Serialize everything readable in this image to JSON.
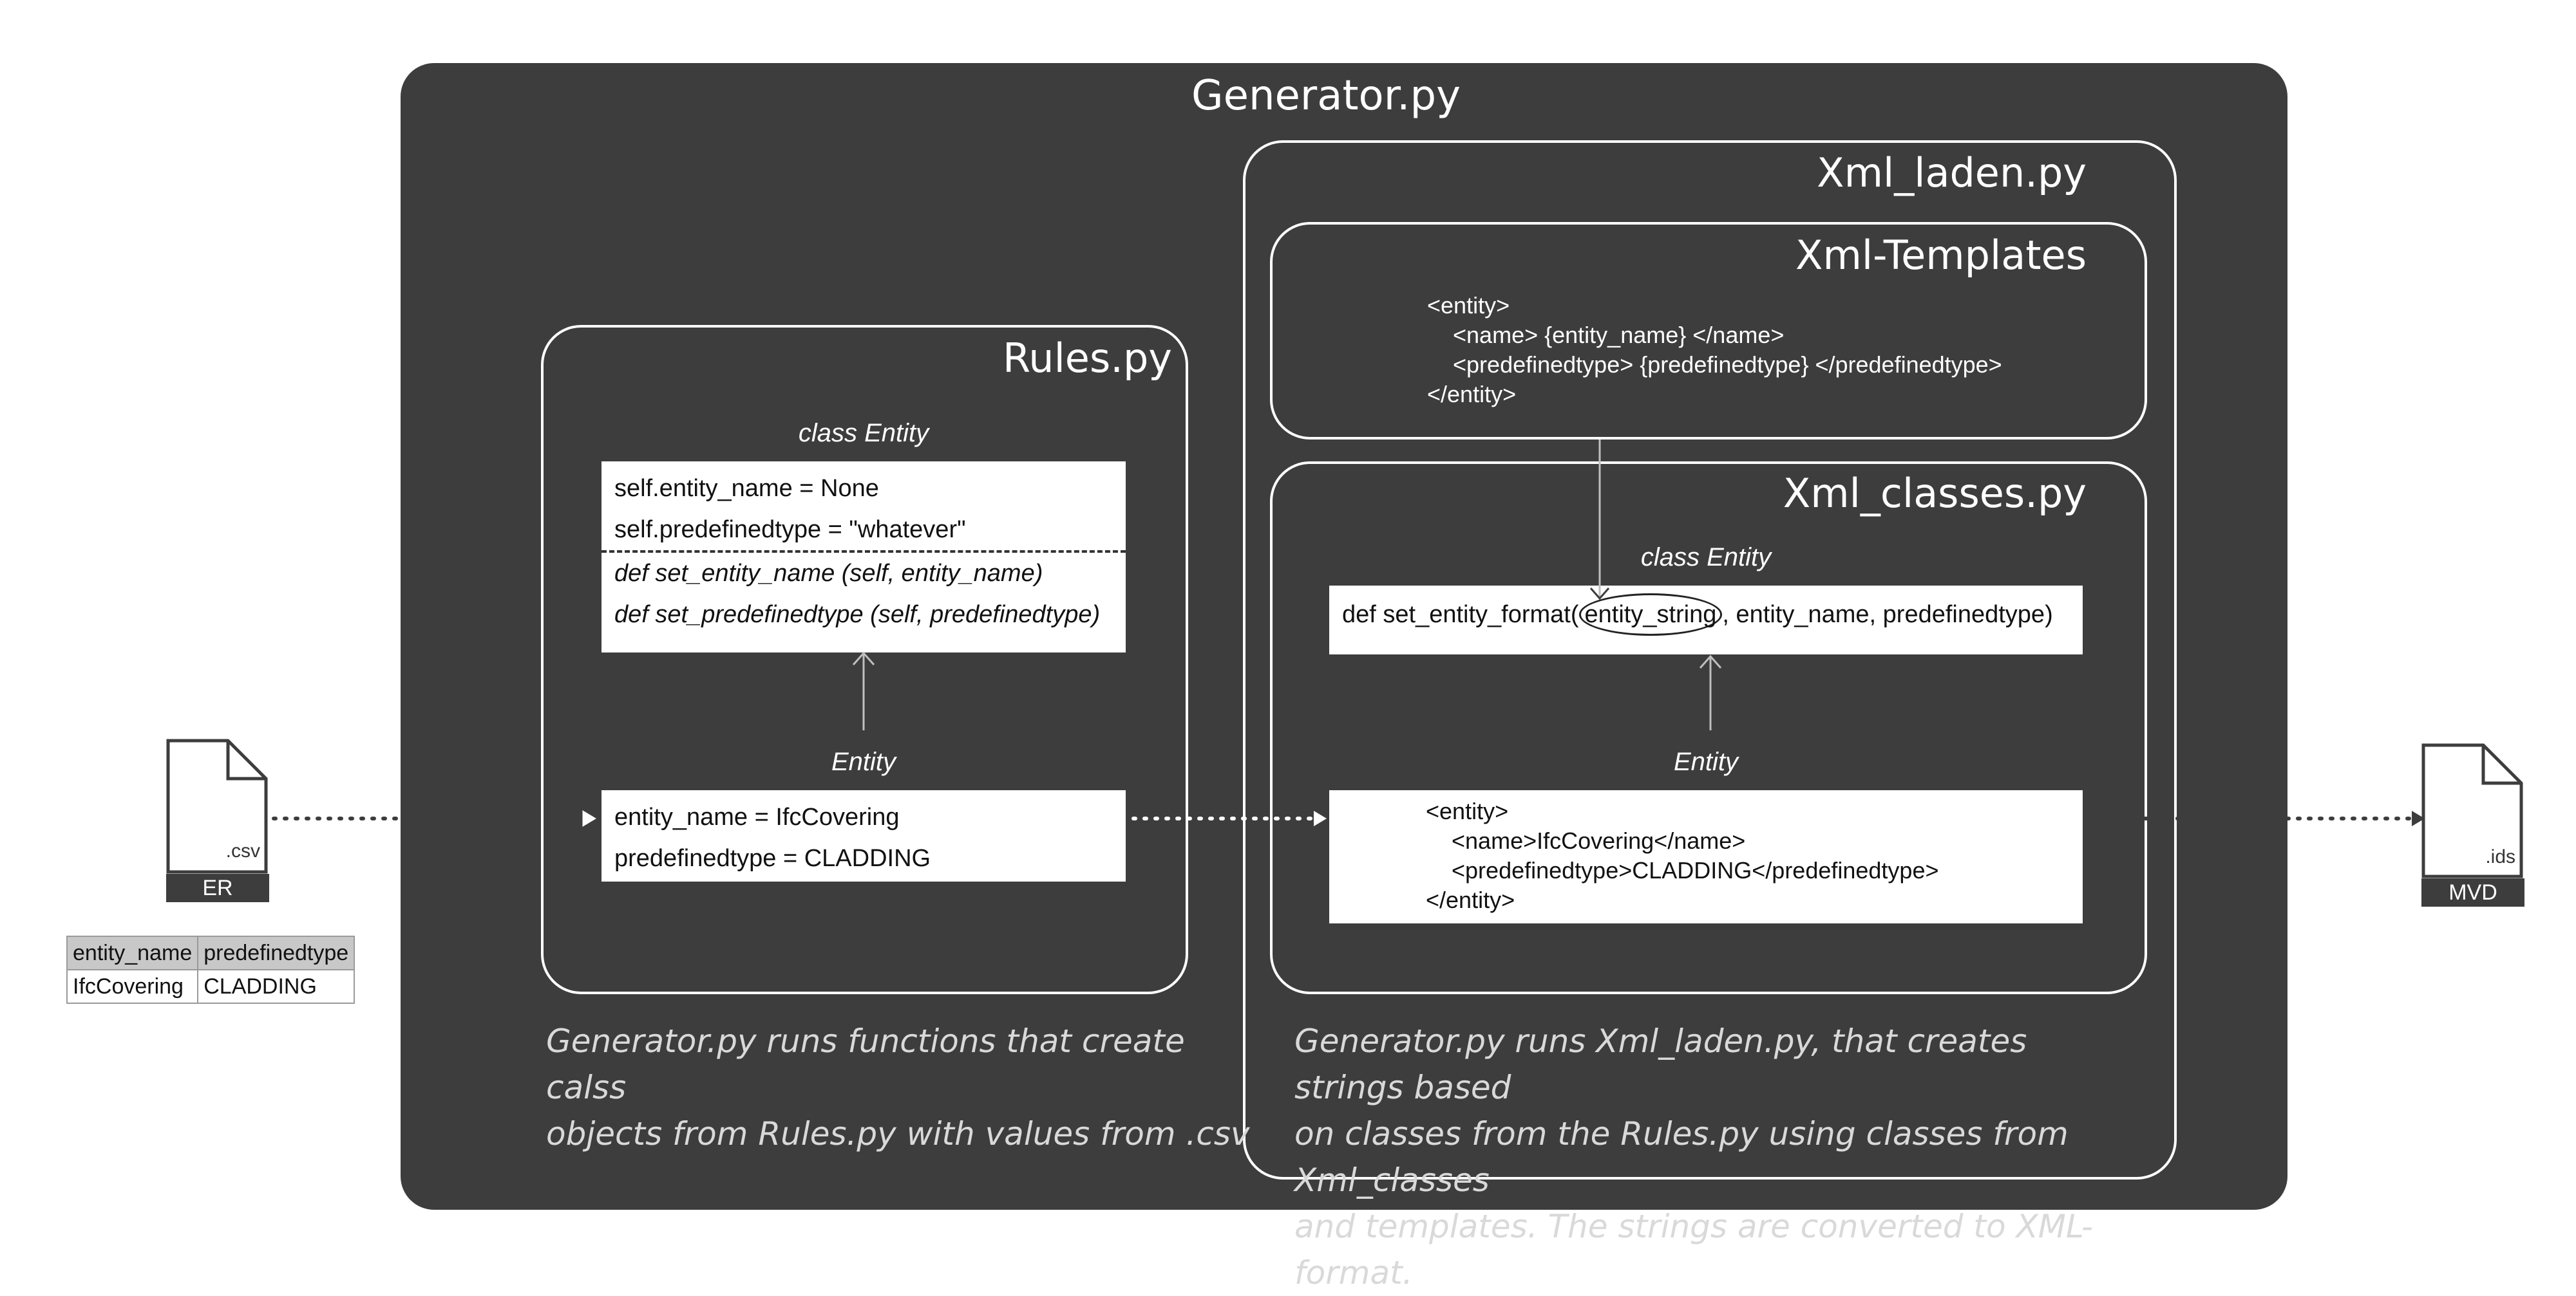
{
  "generator": {
    "title": "Generator.py",
    "caption_left": [
      "Generator.py runs functions that create calss",
      "objects from Rules.py with values from .csv"
    ],
    "caption_right": [
      "Generator.py runs Xml_laden.py, that creates strings based",
      "on classes from the Rules.py using classes from Xml_classes",
      "and templates. The strings are converted to XML-format."
    ]
  },
  "rules": {
    "title": "Rules.py",
    "class_box": {
      "header": "class Entity",
      "attributes": [
        "self.entity_name = None",
        "self.predefinedtype = \"whatever\""
      ],
      "methods": [
        "def set_entity_name (self, entity_name)",
        "def set_predefinedtype (self, predefinedtype)"
      ]
    },
    "instance_box": {
      "header": "Entity",
      "attributes": [
        "entity_name = IfcCovering",
        "predefinedtype = CLADDING"
      ]
    }
  },
  "xml_laden": {
    "title": "Xml_laden.py",
    "templates": {
      "title": "Xml-Templates",
      "lines": [
        "<entity>",
        "    <name> {entity_name} </name>",
        "    <predefinedtype> {predefinedtype} </predefinedtype>",
        "</entity>"
      ]
    },
    "xml_classes": {
      "title": "Xml_classes.py",
      "class_box": {
        "header": "class Entity",
        "method_prefix": "def set_entity_format(",
        "method_highlight": "entity_string",
        "method_suffix": ", entity_name, predefinedtype)"
      },
      "instance_box": {
        "header": "Entity",
        "lines": [
          "<entity>",
          "    <name>IfcCovering</name>",
          "    <predefinedtype>CLADDING</predefinedtype>",
          "</entity>"
        ]
      }
    }
  },
  "input_file": {
    "extension": ".csv",
    "label": "ER"
  },
  "output_file": {
    "extension": ".ids",
    "label": "MVD"
  },
  "source_table": {
    "headers": [
      "entity_name",
      "predefinedtype"
    ],
    "rows": [
      [
        "IfcCovering",
        "CLADDING"
      ]
    ]
  },
  "colors": {
    "panel": "#3d3d3d",
    "frame": "#ffffff",
    "connector": "#bfbfbf"
  }
}
